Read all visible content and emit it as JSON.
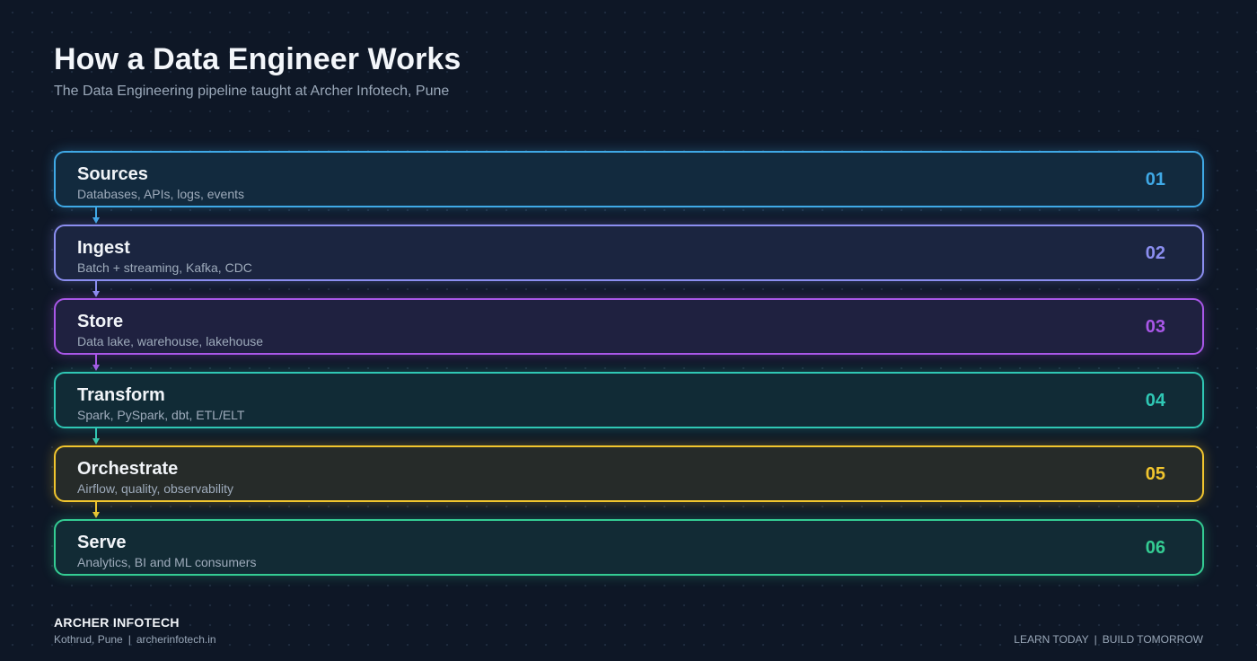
{
  "header": {
    "title": "How a Data Engineer Works",
    "subtitle": "The Data Engineering pipeline taught at Archer Infotech, Pune"
  },
  "steps": [
    {
      "title": "Sources",
      "description": "Databases, APIs, logs, events",
      "number": "01",
      "color": "#3fa9e6",
      "fill": "#122a3e"
    },
    {
      "title": "Ingest",
      "description": "Batch + streaming, Kafka, CDC",
      "number": "02",
      "color": "#8b8ef0",
      "fill": "#1b2540"
    },
    {
      "title": "Store",
      "description": "Data lake, warehouse, lakehouse",
      "number": "03",
      "color": "#a957e8",
      "fill": "#1f2140"
    },
    {
      "title": "Transform",
      "description": "Spark, PySpark, dbt, ETL/ELT",
      "number": "04",
      "color": "#2fc7b4",
      "fill": "#112b36"
    },
    {
      "title": "Orchestrate",
      "description": "Airflow, quality, observability",
      "number": "05",
      "color": "#f1c52e",
      "fill": "#262b29"
    },
    {
      "title": "Serve",
      "description": "Analytics, BI and ML consumers",
      "number": "06",
      "color": "#34cc93",
      "fill": "#122b35"
    }
  ],
  "footer": {
    "brand": "ARCHER INFOTECH",
    "location": "Kothrud, Pune",
    "separator": "|",
    "website": "archerinfotech.in",
    "tagline_left": "LEARN TODAY",
    "tagline_right": "BUILD TOMORROW"
  }
}
